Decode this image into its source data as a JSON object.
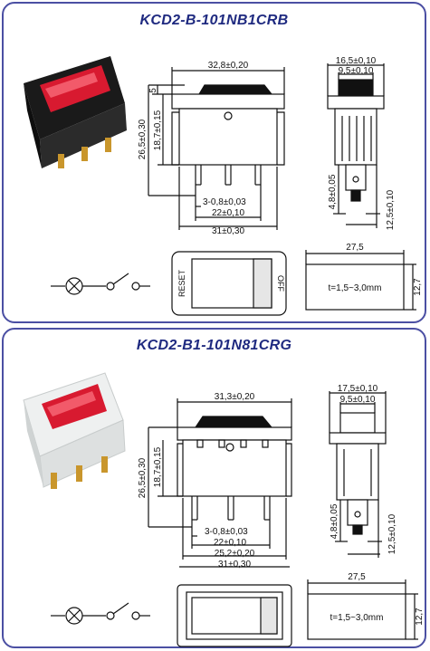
{
  "panels": [
    {
      "title": "KCD2-B-101NB1CRB",
      "photo_color": "#1a1a1a",
      "lamp_color": "#e11c2e",
      "dims": {
        "top_width": "32,8±0,20",
        "actuator_height": "5",
        "height_total": "26,5±0,30",
        "height_body": "18,7±0,15",
        "pin_width": "3-0,8±0,03",
        "pin_pitch": "22±0,10",
        "body_width": "31±0,30",
        "side_width": "16,5±0,10",
        "side_inner": "9,5±0,10",
        "side_pin": "4,8±0,05",
        "side_pin_width": "12,5±0,10",
        "cut_width": "27,5",
        "cut_height": "12,7",
        "panel_thickness": "t=1,5~3,0mm"
      },
      "face_left_label": "RESET",
      "face_right_label": "OFF"
    },
    {
      "title": "KCD2-B1-101N81CRG",
      "photo_color": "#eef0f0",
      "lamp_color": "#e11c2e",
      "dims": {
        "top_width": "31,3±0,20",
        "height_total": "26,5±0,30",
        "height_body": "18,7±0,15",
        "pin_width": "3-0,8±0,03",
        "pin_pitch": "22±0,10",
        "pin_outer": "25,2±0,20",
        "body_width": "31±0,30",
        "side_width": "17,5±0,10",
        "side_inner": "9,5±0,10",
        "side_pin": "4,8±0,05",
        "side_pin_width": "12,5±0,10",
        "cut_width": "27,5",
        "cut_height": "12,7",
        "panel_thickness": "t=1,5~3,0mm"
      }
    }
  ],
  "colors": {
    "frame": "#4b4fa3",
    "title": "#1f2a80",
    "line": "#111111"
  }
}
